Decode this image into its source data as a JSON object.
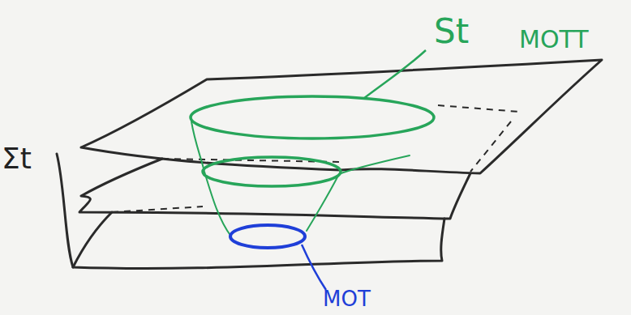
{
  "diagram": {
    "labels": [
      "St",
      "MOTT",
      "Σt",
      "MOT"
    ]
  }
}
